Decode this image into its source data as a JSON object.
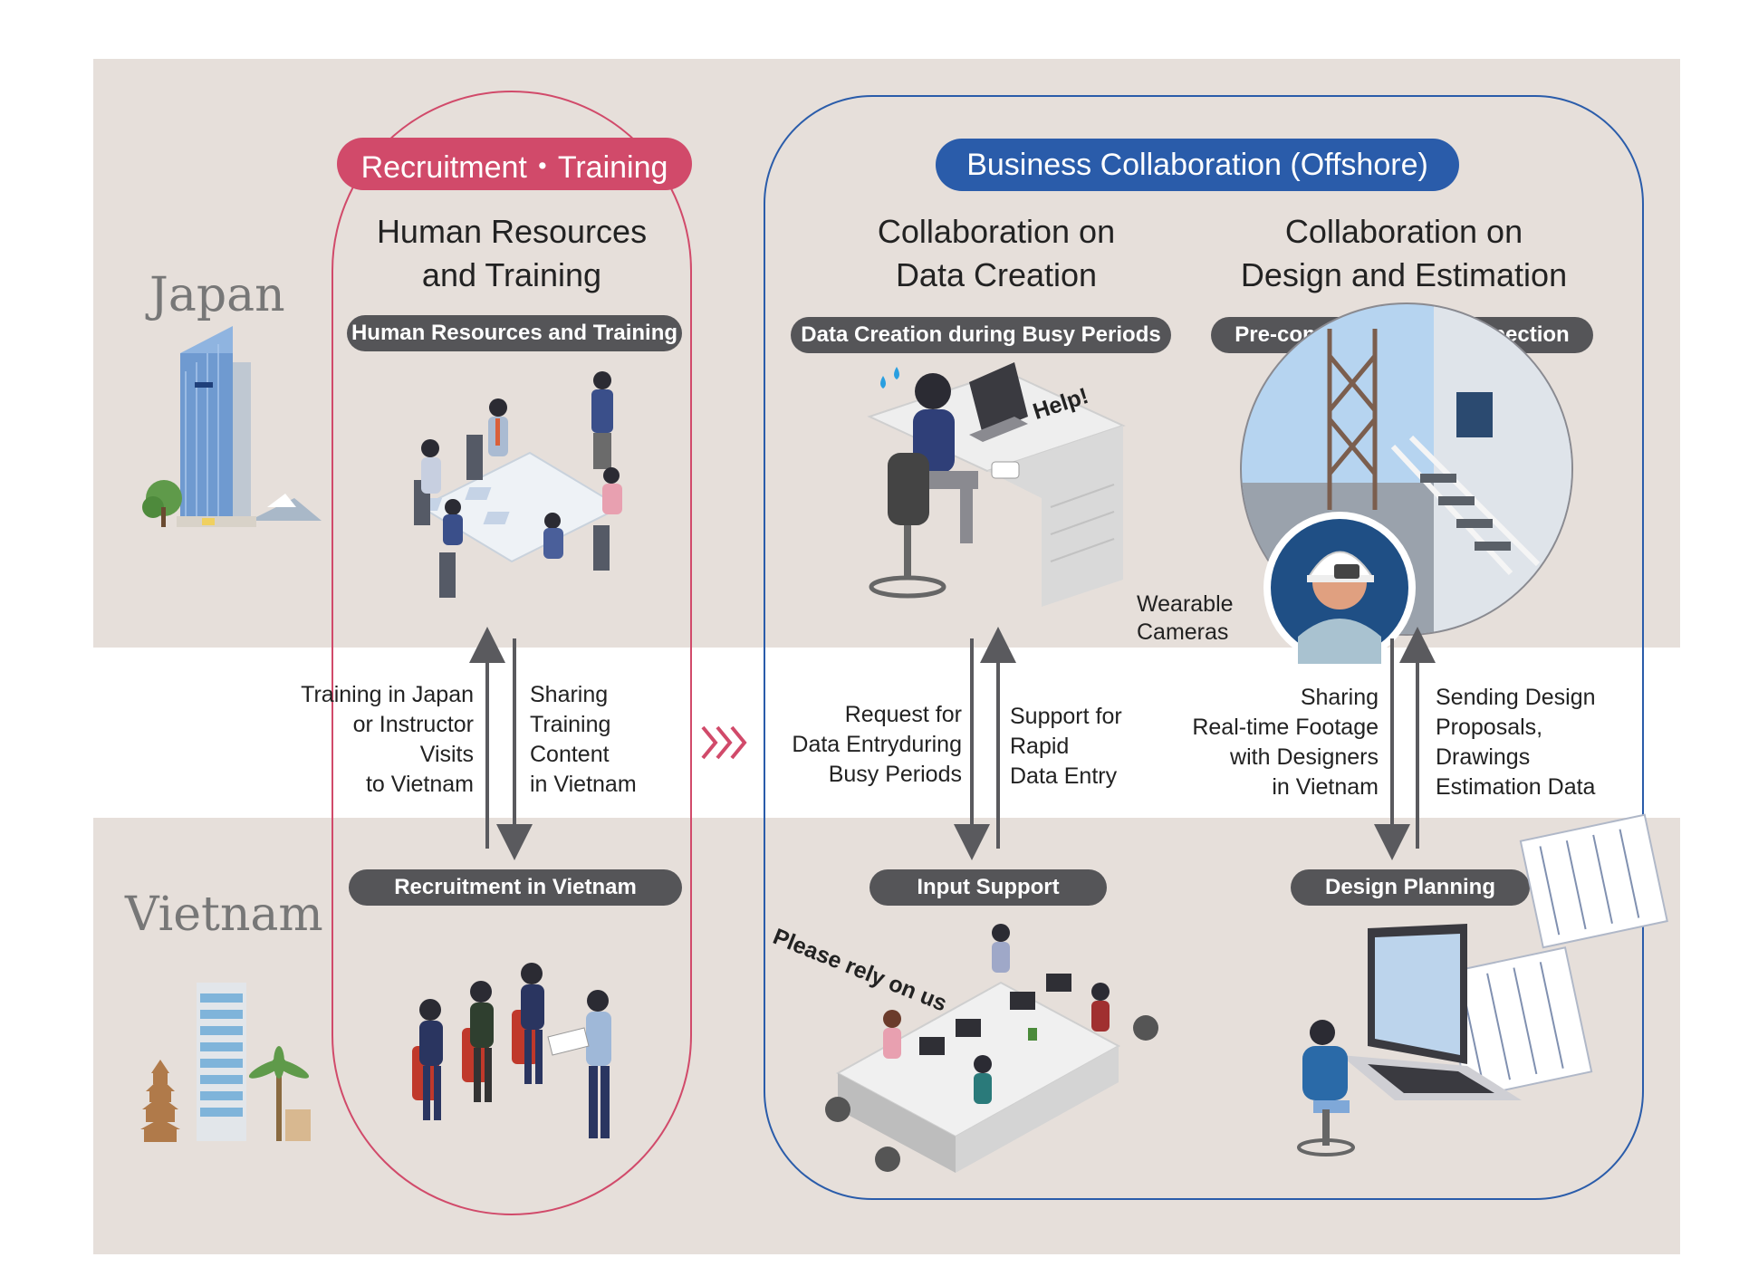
{
  "regions": {
    "japan": "Japan",
    "vietnam": "Vietnam"
  },
  "recruitment": {
    "header": "Recruitment・Training",
    "title": "Human Resources\nand Training",
    "japan_label": "Human Resources and Training",
    "vietnam_label": "Recruitment in Vietnam",
    "flow_up": "Training in Japan\nor Instructor\nVisits\nto Vietnam",
    "flow_down": "Sharing\nTraining\nContent\nin Vietnam"
  },
  "business": {
    "header": "Business Collaboration (Offshore)",
    "data_creation": {
      "title": "Collaboration on\nData Creation",
      "japan_label": "Data Creation during Busy Periods",
      "help_text": "Help!",
      "flow_down": "Request for\nData Entryduring\nBusy Periods",
      "flow_up": "Support for\nRapid\nData Entry",
      "vietnam_label": "Input Support",
      "rely_text": "Please rely on us"
    },
    "design": {
      "title": "Collaboration on\nDesign and Estimation",
      "japan_label": "Pre-construction Site Inspection",
      "camera_label": "Wearable\nCameras",
      "flow_down": "Sharing\nReal-time Footage\nwith Designers\nin Vietnam",
      "flow_up": "Sending Design\nProposals,\nDrawings\nEstimation Data",
      "vietnam_label": "Design Planning"
    }
  },
  "colors": {
    "band": "#e6dfda",
    "recruit_red": "#d14a6a",
    "business_blue": "#2a5caa",
    "pill_gray": "#555558"
  }
}
